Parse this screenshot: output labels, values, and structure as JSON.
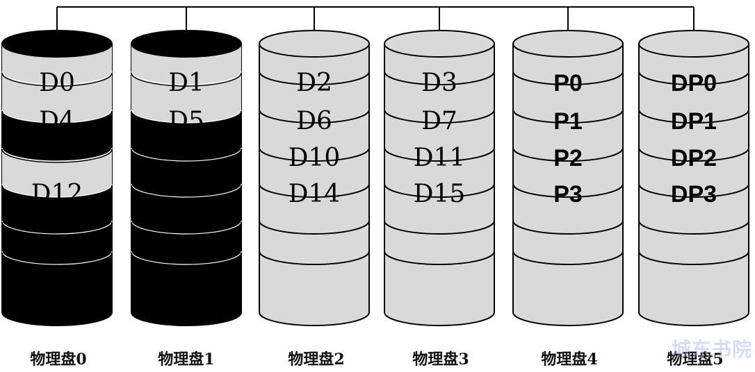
{
  "colors": {
    "dark_fill": "#000000",
    "light_fill": "#d9d9d9",
    "stroke": "#000000",
    "light_text": "#111111",
    "dark_text": "#000000"
  },
  "disks": [
    {
      "label": "物理盘0",
      "theme": "dark",
      "blocks": [
        "D0",
        "D4",
        "",
        "D12"
      ]
    },
    {
      "label": "物理盘1",
      "theme": "dark",
      "blocks": [
        "D1",
        "D5",
        "",
        ""
      ]
    },
    {
      "label": "物理盘2",
      "theme": "light",
      "blocks": [
        "D2",
        "D6",
        "D10",
        "D14"
      ]
    },
    {
      "label": "物理盘3",
      "theme": "light",
      "blocks": [
        "D3",
        "D7",
        "D11",
        "D15"
      ]
    },
    {
      "label": "物理盘4",
      "theme": "light",
      "sans": true,
      "blocks": [
        "P0",
        "P1",
        "P2",
        "P3"
      ]
    },
    {
      "label": "物理盘5",
      "theme": "light",
      "sans": true,
      "blocks": [
        "DP0",
        "DP1",
        "DP2",
        "DP3"
      ]
    }
  ],
  "watermark": "城东书院"
}
